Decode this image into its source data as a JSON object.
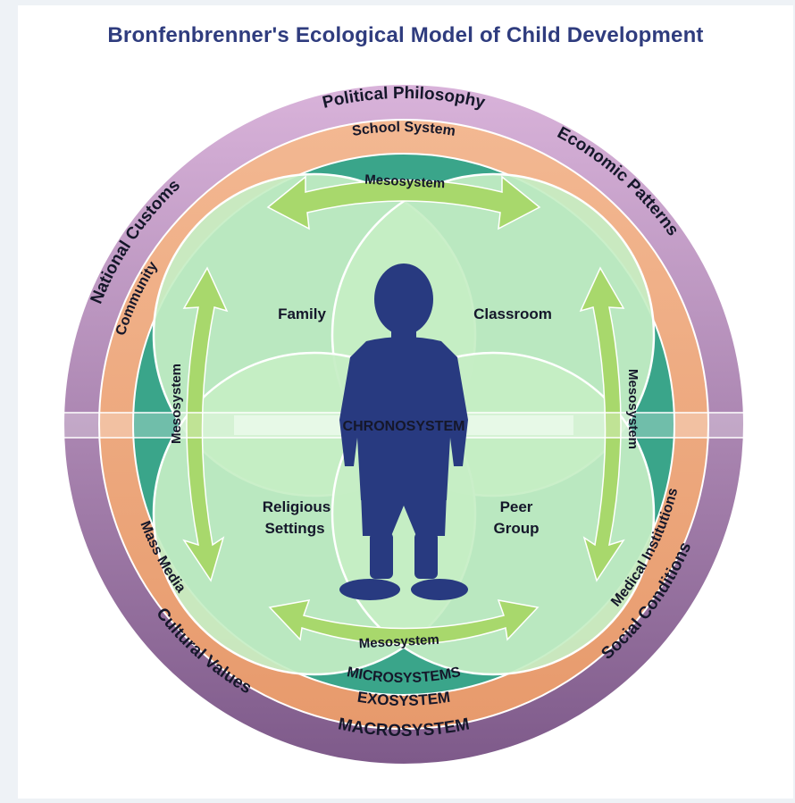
{
  "title": "Bronfenbrenner's Ecological Model of Child Development",
  "macrosystem": {
    "name": "MACROSYSTEM",
    "items": [
      "Political Philosophy",
      "Economic Patterns",
      "Social Conditions",
      "Cultural Values",
      "National Customs"
    ]
  },
  "exosystem": {
    "name": "EXOSYSTEM",
    "items": [
      "School System",
      "Medical Institutions",
      "Mass Media",
      "Community"
    ]
  },
  "microsystems": {
    "name": "MICROSYSTEMS",
    "settings": [
      "Family",
      "Classroom",
      "Religious",
      "Settings",
      "Peer",
      "Group"
    ]
  },
  "mesosystem": {
    "label": "Mesosystem"
  },
  "chronosystem": {
    "label": "CHRONOSYSTEM"
  },
  "colors": {
    "macro_top": "#d5abd6",
    "macro_bottom": "#7e5a8a",
    "exo": "#eea77c",
    "micro_ring": "#3aa58a",
    "lobe": "#c3ecc3",
    "arrow": "#a6d56a",
    "child": "#283a80",
    "title": "#2f3c7e"
  }
}
